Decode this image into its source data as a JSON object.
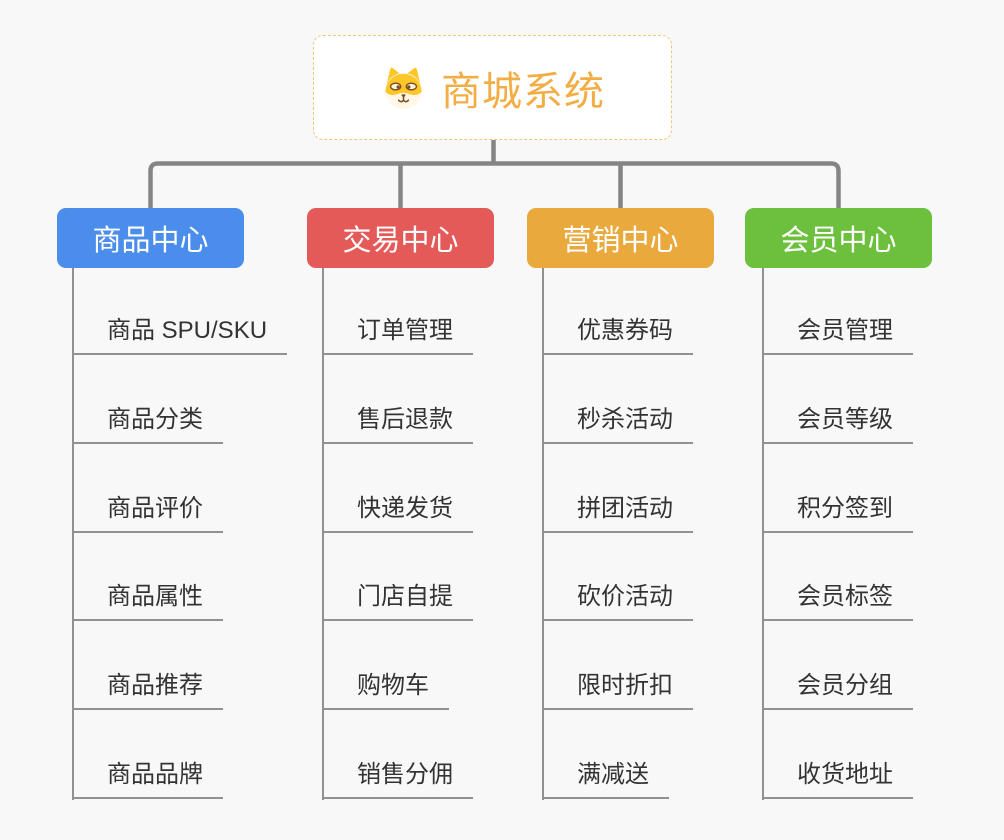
{
  "root": {
    "title": "商城系统",
    "icon": "shiba-dog-icon"
  },
  "branches": [
    {
      "label": "商品中心",
      "color": "#4b8dea",
      "children": [
        "商品 SPU/SKU",
        "商品分类",
        "商品评价",
        "商品属性",
        "商品推荐",
        "商品品牌"
      ]
    },
    {
      "label": "交易中心",
      "color": "#e35a58",
      "children": [
        "订单管理",
        "售后退款",
        "快递发货",
        "门店自提",
        "购物车",
        "销售分佣"
      ]
    },
    {
      "label": "营销中心",
      "color": "#e9a93c",
      "children": [
        "优惠券码",
        "秒杀活动",
        "拼团活动",
        "砍价活动",
        "限时折扣",
        "满减送"
      ]
    },
    {
      "label": "会员中心",
      "color": "#6dc03d",
      "children": [
        "会员管理",
        "会员等级",
        "积分签到",
        "会员标签",
        "会员分组",
        "收货地址"
      ]
    }
  ],
  "colors": {
    "background": "#f8f8f8",
    "connector": "#858585",
    "leaf_line": "#919191",
    "leaf_text": "#333333",
    "root_title": "#f2ae45",
    "root_border": "#f0c57e"
  }
}
